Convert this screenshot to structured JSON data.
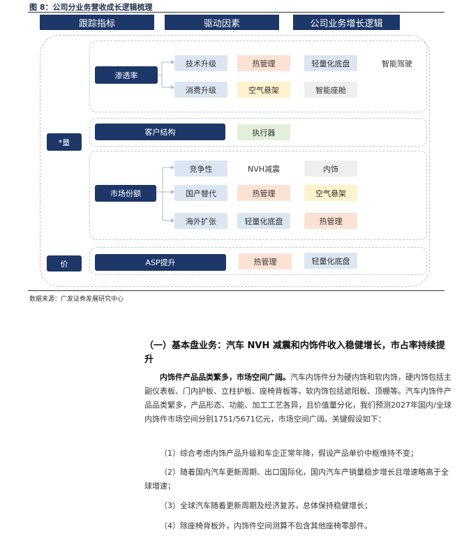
{
  "figure": {
    "title": "图 8：公司分业务营收成长逻辑梳理",
    "headers": [
      "跟踪指标",
      "驱动因素",
      "公司业务增长逻辑"
    ],
    "left_labels": [
      "*量",
      "价"
    ],
    "rows": {
      "penetration": {
        "label": "渗透率",
        "branches": [
          {
            "driver": "技术升级",
            "items": [
              "热管理",
              "轻量化底盘",
              "智能驾驶"
            ]
          },
          {
            "driver": "消费升级",
            "items": [
              "空气悬架",
              "智能座舱"
            ]
          }
        ]
      },
      "customer": {
        "label": "客户结构",
        "items": [
          "执行器"
        ]
      },
      "market_share": {
        "label": "市场份额",
        "branches": [
          {
            "driver": "竞争性",
            "items": [
              "NVH减震",
              "内饰"
            ]
          },
          {
            "driver": "国产替代",
            "items": [
              "热管理",
              "空气悬架"
            ]
          },
          {
            "driver": "海外扩张",
            "items": [
              "轻量化底盘",
              "热管理"
            ]
          }
        ]
      },
      "asp": {
        "label": "ASP提升",
        "items": [
          "热管理",
          "轻量化底盘"
        ]
      }
    },
    "source": "数据来源：广发证券发展研究中心"
  },
  "text": {
    "heading": "（一）基本盘业务：汽车 NVH 减震和内饰件收入稳健增长，市占率持续提升",
    "para_lead": "内饰件产品品类繁多，市场空间广阔。",
    "para_body": "汽车内饰件分为硬内饰和软内饰，硬内饰包括主副仪表板、门内护板、立柱护板、座椅背板等，软内饰包括遮阳板、顶棚等。汽车内饰件产品品类繁多，产品形态、功能、加工工艺各异，且价值量分化，我们预测2027年国内/全球内饰件市场空间分别1751/5671亿元，市场空间广阔。关键假设如下：",
    "assumptions": [
      "（1）综合考虑内饰产品升级和车企正常年降，假设产品单价中枢维持不变；",
      "（2）随着国内汽车更新周期、出口国际化，国内汽车产销量稳步增长且增速略高于全球增速；",
      "（3）全球汽车随着更新周期及经济复苏，总体保持稳健增长；",
      "（4）除座椅背板外，内饰件空间测算不包含其他座椅零部件。"
    ]
  },
  "colors": {
    "navy": "#1c3768",
    "blue": "#dce6f2",
    "peach": "#fbe2d5",
    "green": "#e3efda",
    "yellow": "#fff2cc",
    "gray": "#efefef"
  }
}
